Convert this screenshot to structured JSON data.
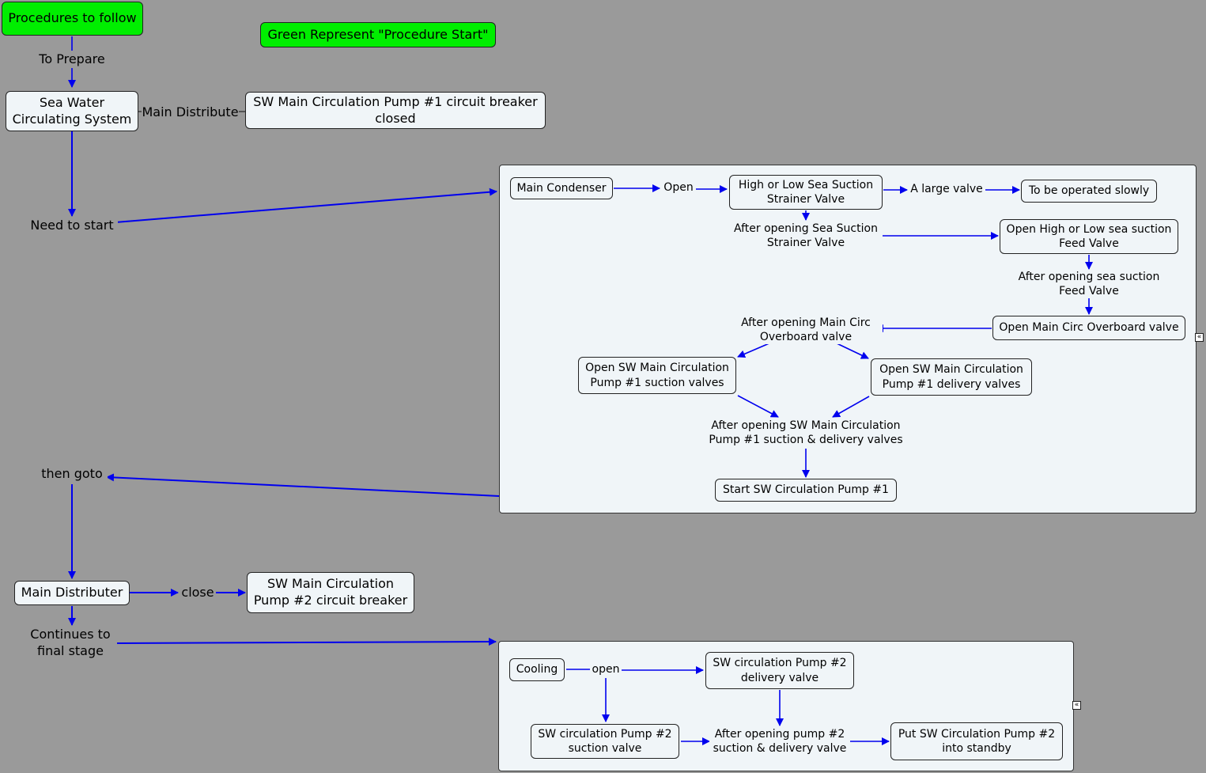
{
  "nodes": {
    "procedures": "Procedures to follow",
    "legend": "Green Represent \"Procedure Start\"",
    "sea_water": "Sea Water\nCirculating System",
    "pump1_breaker": "SW Main Circulation Pump #1 circuit breaker\nclosed",
    "main_distributer": "Main Distributer",
    "pump2_breaker": "SW Main Circulation\nPump #2 circuit breaker",
    "main_condenser": "Main Condenser",
    "strainer_valve": "High or Low Sea Suction\nStrainer Valve",
    "operated_slowly": "To be operated slowly",
    "open_feed_valve": "Open High or Low sea suction\nFeed Valve",
    "open_overboard": "Open Main Circ Overboard valve",
    "open_suction": "Open SW Main Circulation\nPump #1 suction valves",
    "open_delivery": "Open SW Main Circulation\nPump #1 delivery valves",
    "start_pump1": "Start SW Circulation Pump #1",
    "cooling": "Cooling",
    "pump2_delivery": "SW circulation Pump #2\ndelivery valve",
    "pump2_suction": "SW circulation Pump #2\nsuction valve",
    "standby": "Put SW Circulation Pump #2\ninto standby"
  },
  "links": {
    "to_prepare": "To Prepare",
    "main_distribute": "Main Distribute",
    "need_to_start": "Need to start",
    "then_goto": "then goto",
    "close": "close",
    "continues": "Continues to\nfinal stage",
    "open": "Open",
    "large_valve": "A large valve",
    "after_strainer": "After opening Sea Suction\nStrainer Valve",
    "after_feed": "After opening sea suction\nFeed Valve",
    "after_overboard": "After opening Main Circ\nOverboard valve",
    "after_suction_delivery": "After opening SW Main Circulation\nPump #1 suction & delivery valves",
    "open_lower": "open",
    "after_pump2": "After opening pump #2\nsuction & delivery valve"
  },
  "colors": {
    "background": "#9a9a9a",
    "node_fill": "#f0f5f8",
    "start_fill": "#00ee00",
    "link": "#0000ee"
  },
  "icons": {
    "collapse": "collapse-left-icon"
  }
}
